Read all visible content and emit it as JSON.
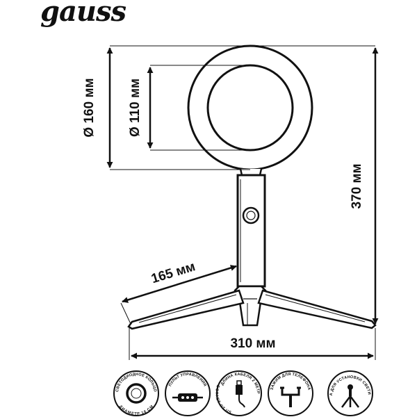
{
  "brand": {
    "logo_text": "gauss"
  },
  "dimensions": {
    "outer_diameter": "Ø 160 мм",
    "inner_diameter": "Ø 110 мм",
    "height": "370 мм",
    "leg_length": "165 мм",
    "base_width": "310 мм"
  },
  "feature_icons": [
    {
      "icon": "led-ring-icon",
      "top": "СВЕТОДИОДНОЕ КОЛЬЦО",
      "bottom": "ДИАМЕТР 16 СМ"
    },
    {
      "icon": "control-panel-icon",
      "top": "ПУЛЬТ УПРАВЛЕНИЯ",
      "bottom": ""
    },
    {
      "icon": "usb-cable-icon",
      "top": "ДЛИНА КАБЕЛЯ 2 МЕТРА",
      "bottom": "РАБОТАЕТ ОТ USB"
    },
    {
      "icon": "phone-clamp-icon",
      "top": "ЗАЖИМ ДЛЯ ТЕЛЕФОНА",
      "bottom": ""
    },
    {
      "icon": "tripod-icon",
      "top": "ТРЕНОГА ДЛЯ УСТАНОВКИ СВЕТИЛЬНИКА",
      "bottom": ""
    }
  ],
  "colors": {
    "ink": "#111111",
    "background": "#ffffff"
  }
}
